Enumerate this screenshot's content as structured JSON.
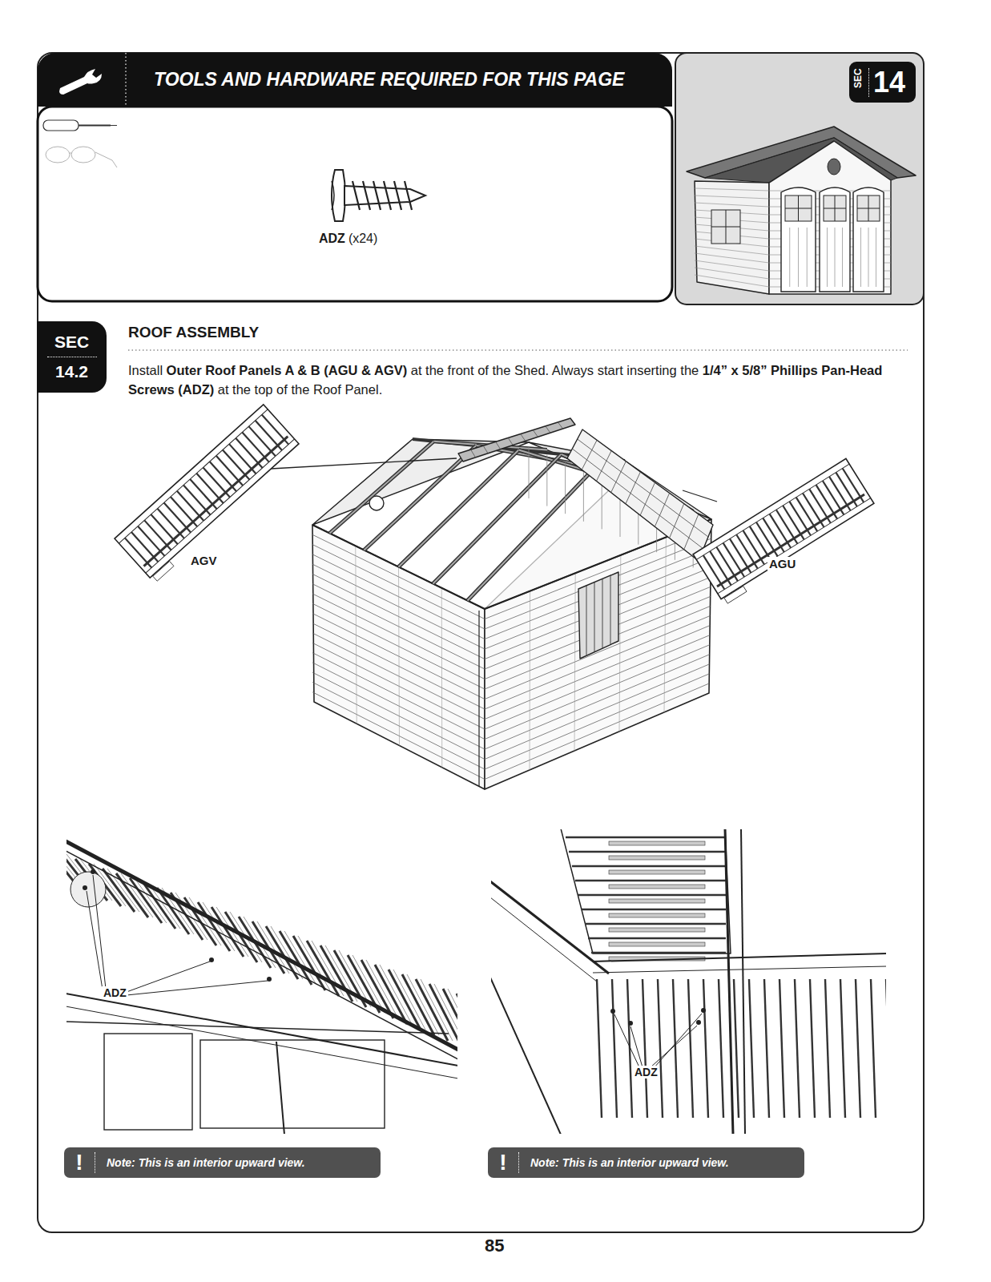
{
  "diagram": {
    "nodes": [
      {
        "text": [
          "TOOLS AND HARDWARE REQUIRED FOR THIS PAGE"
        ]
      },
      {
        "text": [
          "SEC",
          "14"
        ]
      },
      {
        "text": [
          "SEC",
          "14.2"
        ]
      },
      {
        "text": [
          "!",
          "Note: This is an interior upward view."
        ]
      },
      {
        "text": [
          "!",
          "Note: This is an interior upward view."
        ]
      }
    ],
    "labels": [
      "ADZ",
      "(x24)",
      "ROOF ASSEMBLY",
      "Install",
      "Outer Roof Panels A & B (AGU & AGV)",
      "at the front of the Shed. Always start inserting the",
      "1/4” x 5/8” Phillips Pan-Head Screws (ADZ)",
      "at the top of the Roof Panel.",
      "AGV",
      "AGU",
      "ADZ",
      "ADZ",
      "85"
    ]
  }
}
